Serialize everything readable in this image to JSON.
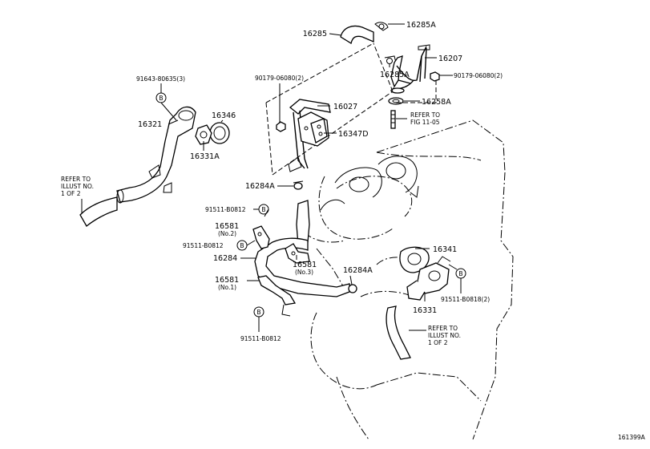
{
  "labels": {
    "p16285": "16285",
    "p16285A_top": "16285A",
    "p16285A_mid": "16285A",
    "p16207": "16207",
    "p90179_top": "90179-06080(2)",
    "p90179_right": "90179-06080(2)",
    "p16258A": "16258A",
    "refer_fig": "REFER TO",
    "refer_fig2": "FIG 11-05",
    "p16027": "16027",
    "p16347D": "16347D",
    "p91643": "91643-80635(3)",
    "p16321": "16321",
    "p16346": "16346",
    "p16331A": "16331A",
    "refer_left1": "REFER TO",
    "refer_left2": "ILLUST NO.",
    "refer_left3": "1 OF 2",
    "p16284A_upper": "16284A",
    "p91511_a": "91511-B0812",
    "p16581_no2": "16581",
    "p16581_no2_sub": "(No.2)",
    "p91511_b": "91511-B0812",
    "p16284": "16284",
    "p16581_no3": "16581",
    "p16581_no3_sub": "(No.3)",
    "p16284A_lower": "16284A",
    "p16341": "16341",
    "p91511_b0818": "91511-B0818(2)",
    "p16331": "16331",
    "p16581_no1": "16581",
    "p16581_no1_sub": "(No.1)",
    "p91511_c": "91511-B0812",
    "refer_right1": "REFER TO",
    "refer_right2": "ILLUST NO.",
    "refer_right3": "1 OF 2",
    "bolt_mark": "B",
    "diagram_id": "161399A"
  }
}
